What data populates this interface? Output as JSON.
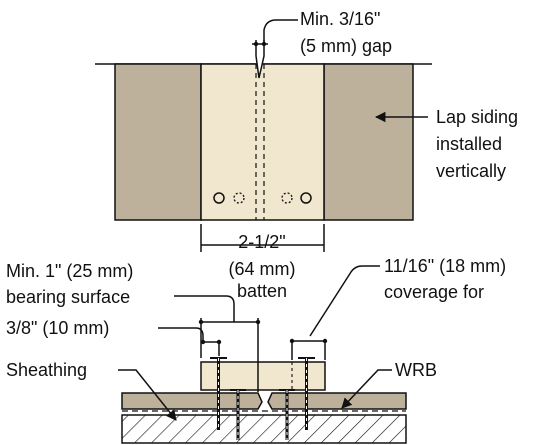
{
  "colors": {
    "siding": "#beb19b",
    "batten": "#f1e7cf",
    "outline": "#111111",
    "background": "#ffffff"
  },
  "labels": {
    "gap_line1": "Min. 3/16\"",
    "gap_line2": "(5 mm) gap",
    "lap_line1": "Lap siding",
    "lap_line2": "installed",
    "lap_line3": "vertically",
    "batten_width_line1": "2-1/2\"",
    "batten_width_line2": "(64 mm)",
    "batten_width_line3": "batten",
    "bearing_line1": "Min. 1\" (25 mm)",
    "bearing_line2": "bearing surface",
    "edge_distance": "3/8\" (10 mm)",
    "coverage_line1": "11/16\" (18 mm)",
    "coverage_line2": "coverage for",
    "sheathing": "Sheathing",
    "wrb": "WRB"
  }
}
